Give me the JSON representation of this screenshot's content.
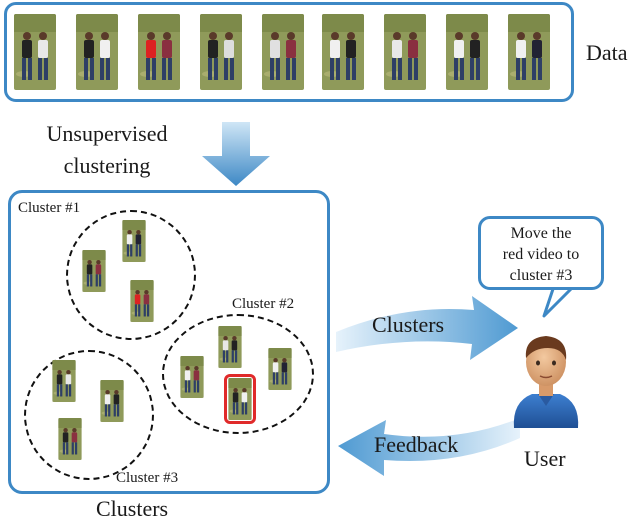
{
  "labels": {
    "data": "Data",
    "unsupervised_line1": "Unsupervised",
    "unsupervised_line2": "clustering",
    "clusters_bottom": "Clusters",
    "user": "User",
    "arrow_clusters": "Clusters",
    "arrow_feedback": "Feedback"
  },
  "clusters": [
    {
      "label": "Cluster #1"
    },
    {
      "label": "Cluster #2"
    },
    {
      "label": "Cluster #3"
    }
  ],
  "bubble": {
    "line1": "Move the",
    "line2": "red video to",
    "line3": "cluster #3"
  },
  "colors": {
    "accent_blue": "#3d88c5",
    "highlight_red": "#e02a2a",
    "grass": "#8f9a5a"
  }
}
